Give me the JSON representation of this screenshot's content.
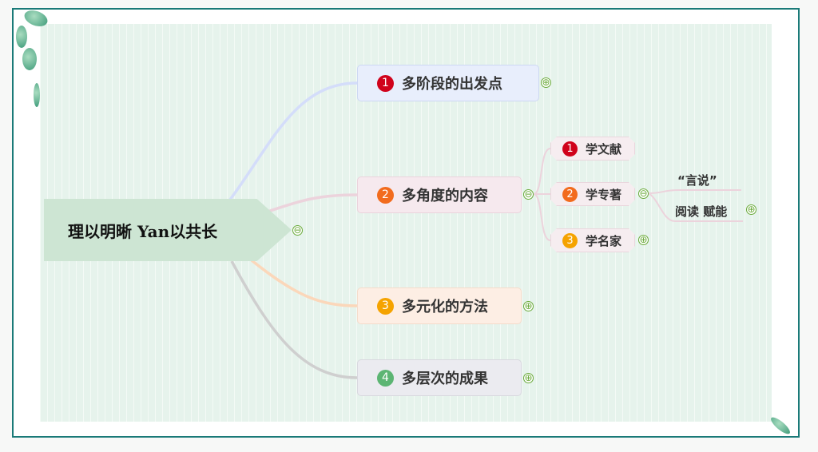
{
  "root": {
    "label": "理以明晰  Yan以共长"
  },
  "branches": [
    {
      "num": "1",
      "label": "多阶段的出发点",
      "badge_color": "#d0021b",
      "fill": "#e8eefc",
      "border": "#cdd8f3",
      "line": "#d4ddfa"
    },
    {
      "num": "2",
      "label": "多角度的内容",
      "badge_color": "#f26b1d",
      "fill": "#f6e9ee",
      "border": "#ebd3dc",
      "line": "#ecd3dc"
    },
    {
      "num": "3",
      "label": "多元化的方法",
      "badge_color": "#f5a300",
      "fill": "#fdeee4",
      "border": "#f5dccb",
      "line": "#fbd7ba"
    },
    {
      "num": "4",
      "label": "多层次的成果",
      "badge_color": "#5cb573",
      "fill": "#ebebf0",
      "border": "#d8d8df",
      "line": "#cfcfcf"
    }
  ],
  "subtopics": [
    {
      "num": "1",
      "label": "学文献",
      "badge_color": "#d0021b"
    },
    {
      "num": "2",
      "label": "学专著",
      "badge_color": "#f26b1d"
    },
    {
      "num": "3",
      "label": "学名家",
      "badge_color": "#f5a300"
    }
  ],
  "leaves": [
    {
      "label": "“言说”"
    },
    {
      "label": "阅读 赋能"
    }
  ],
  "toggles": {
    "collapse": "⊖",
    "expand": "⊕"
  }
}
